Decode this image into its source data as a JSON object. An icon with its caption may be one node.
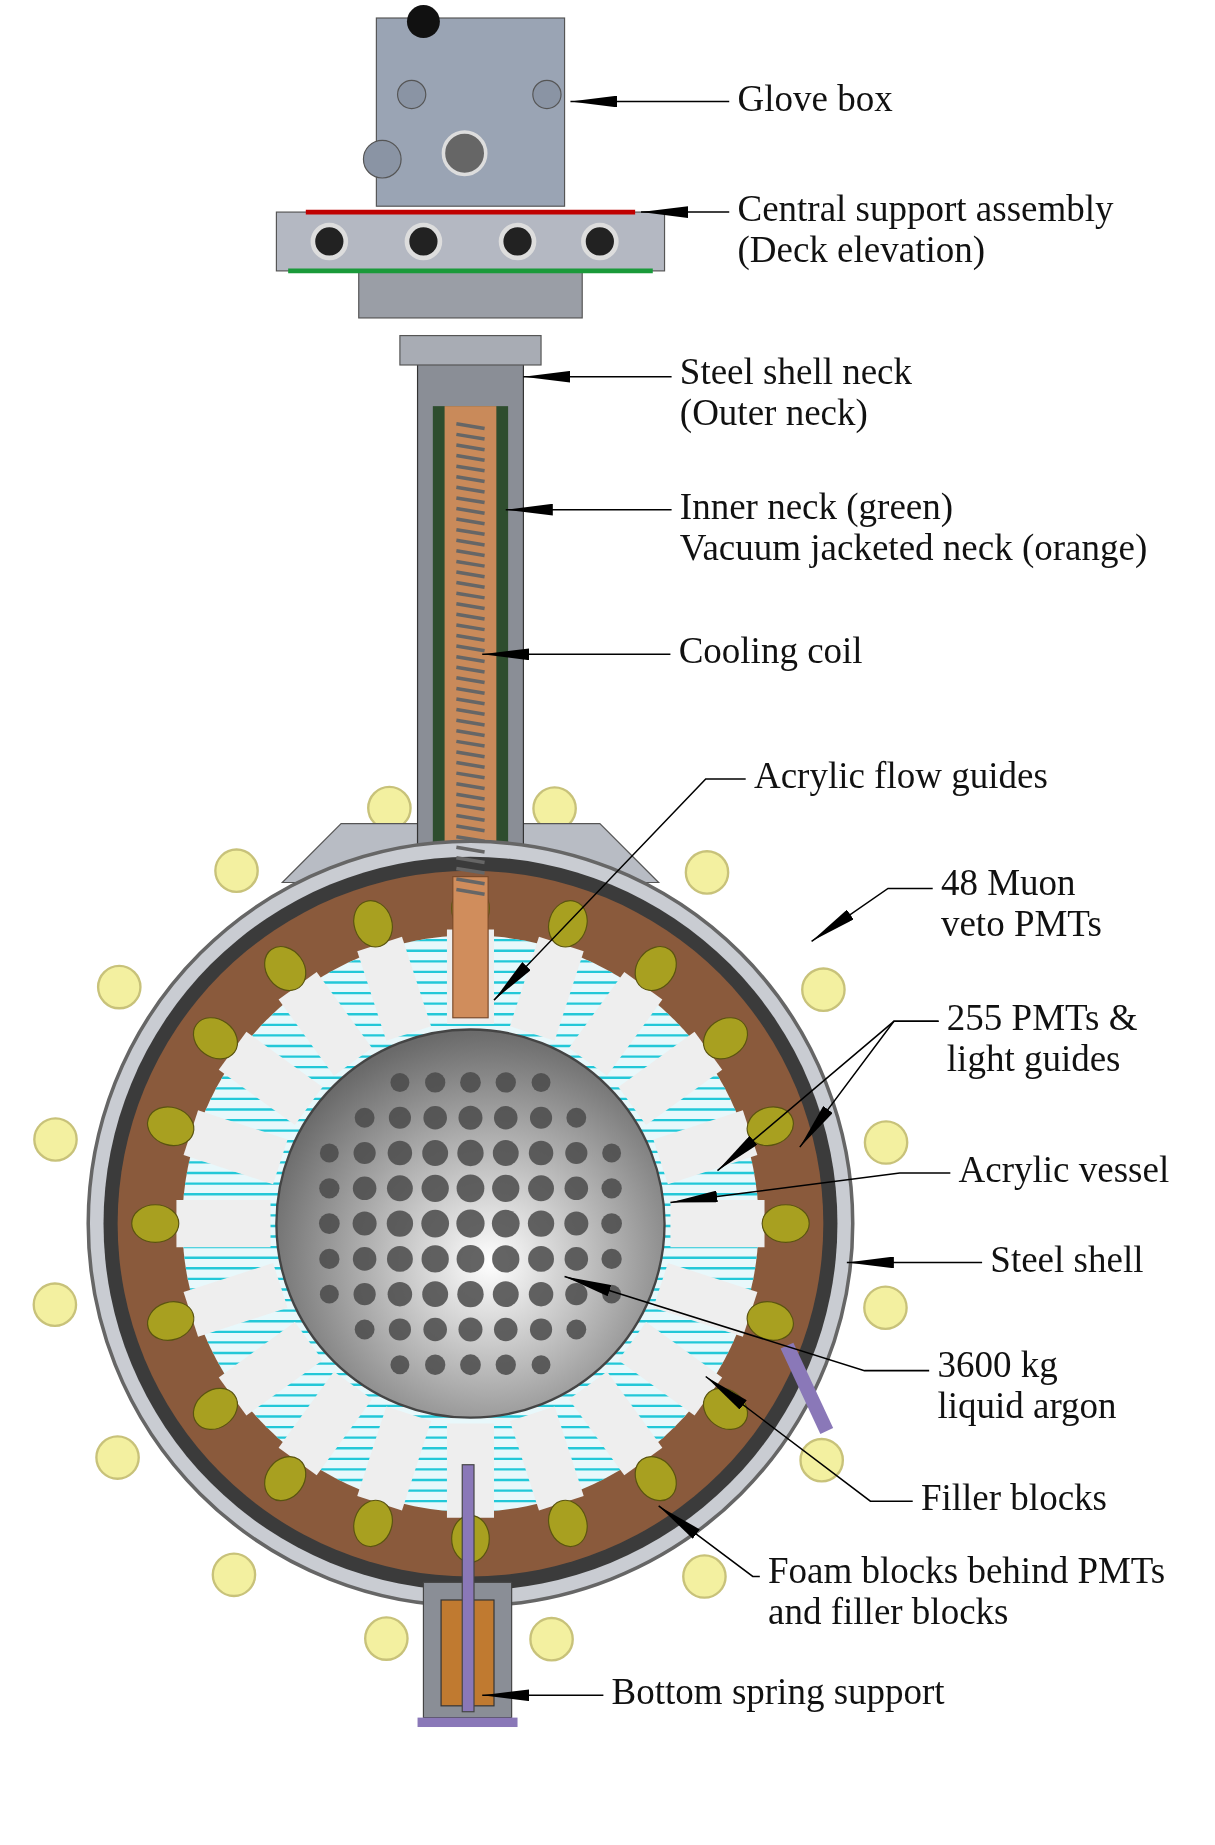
{
  "diagram": {
    "nodes": [
      {
        "text": [
          "Glove box"
        ]
      },
      {
        "text": [
          "Central support assembly",
          "(Deck elevation)"
        ]
      },
      {
        "text": [
          "Steel shell neck",
          "(Outer neck)"
        ]
      },
      {
        "text": [
          "Inner neck (green)",
          "Vacuum jacketed neck (orange)"
        ]
      },
      {
        "text": [
          "Cooling coil"
        ]
      },
      {
        "text": [
          "Acrylic flow guides"
        ]
      },
      {
        "text": [
          "48 Muon veto PMTs"
        ]
      },
      {
        "text": [
          "255 PMTs & light guides"
        ]
      },
      {
        "text": [
          "Acrylic vessel"
        ]
      },
      {
        "text": [
          "Steel shell"
        ]
      },
      {
        "text": [
          "3600 kg liquid argon"
        ]
      },
      {
        "text": [
          "Filler blocks"
        ]
      },
      {
        "text": [
          "Foam blocks behind PMTs and filler blocks"
        ]
      },
      {
        "text": [
          "Bottom spring support"
        ]
      }
    ],
    "edges": [
      {
        "from": 0,
        "to": null,
        "arrow": "to"
      },
      {
        "from": 1,
        "to": null,
        "arrow": "to"
      },
      {
        "from": 2,
        "to": null,
        "arrow": "to"
      },
      {
        "from": 3,
        "to": null,
        "arrow": "to"
      },
      {
        "from": 4,
        "to": null,
        "arrow": "to"
      },
      {
        "from": 5,
        "to": null,
        "arrow": "to"
      },
      {
        "from": 6,
        "to": null,
        "arrow": "to"
      },
      {
        "from": 7,
        "to": null,
        "arrow": "to"
      },
      {
        "from": 7,
        "to": null,
        "arrow": "to"
      },
      {
        "from": 8,
        "to": null,
        "arrow": "to"
      },
      {
        "from": 9,
        "to": null,
        "arrow": "to"
      },
      {
        "from": 10,
        "to": null,
        "arrow": "to"
      },
      {
        "from": 11,
        "to": null,
        "arrow": "to"
      },
      {
        "from": 12,
        "to": null,
        "arrow": "to"
      },
      {
        "from": 13,
        "to": null,
        "arrow": "to"
      }
    ]
  }
}
